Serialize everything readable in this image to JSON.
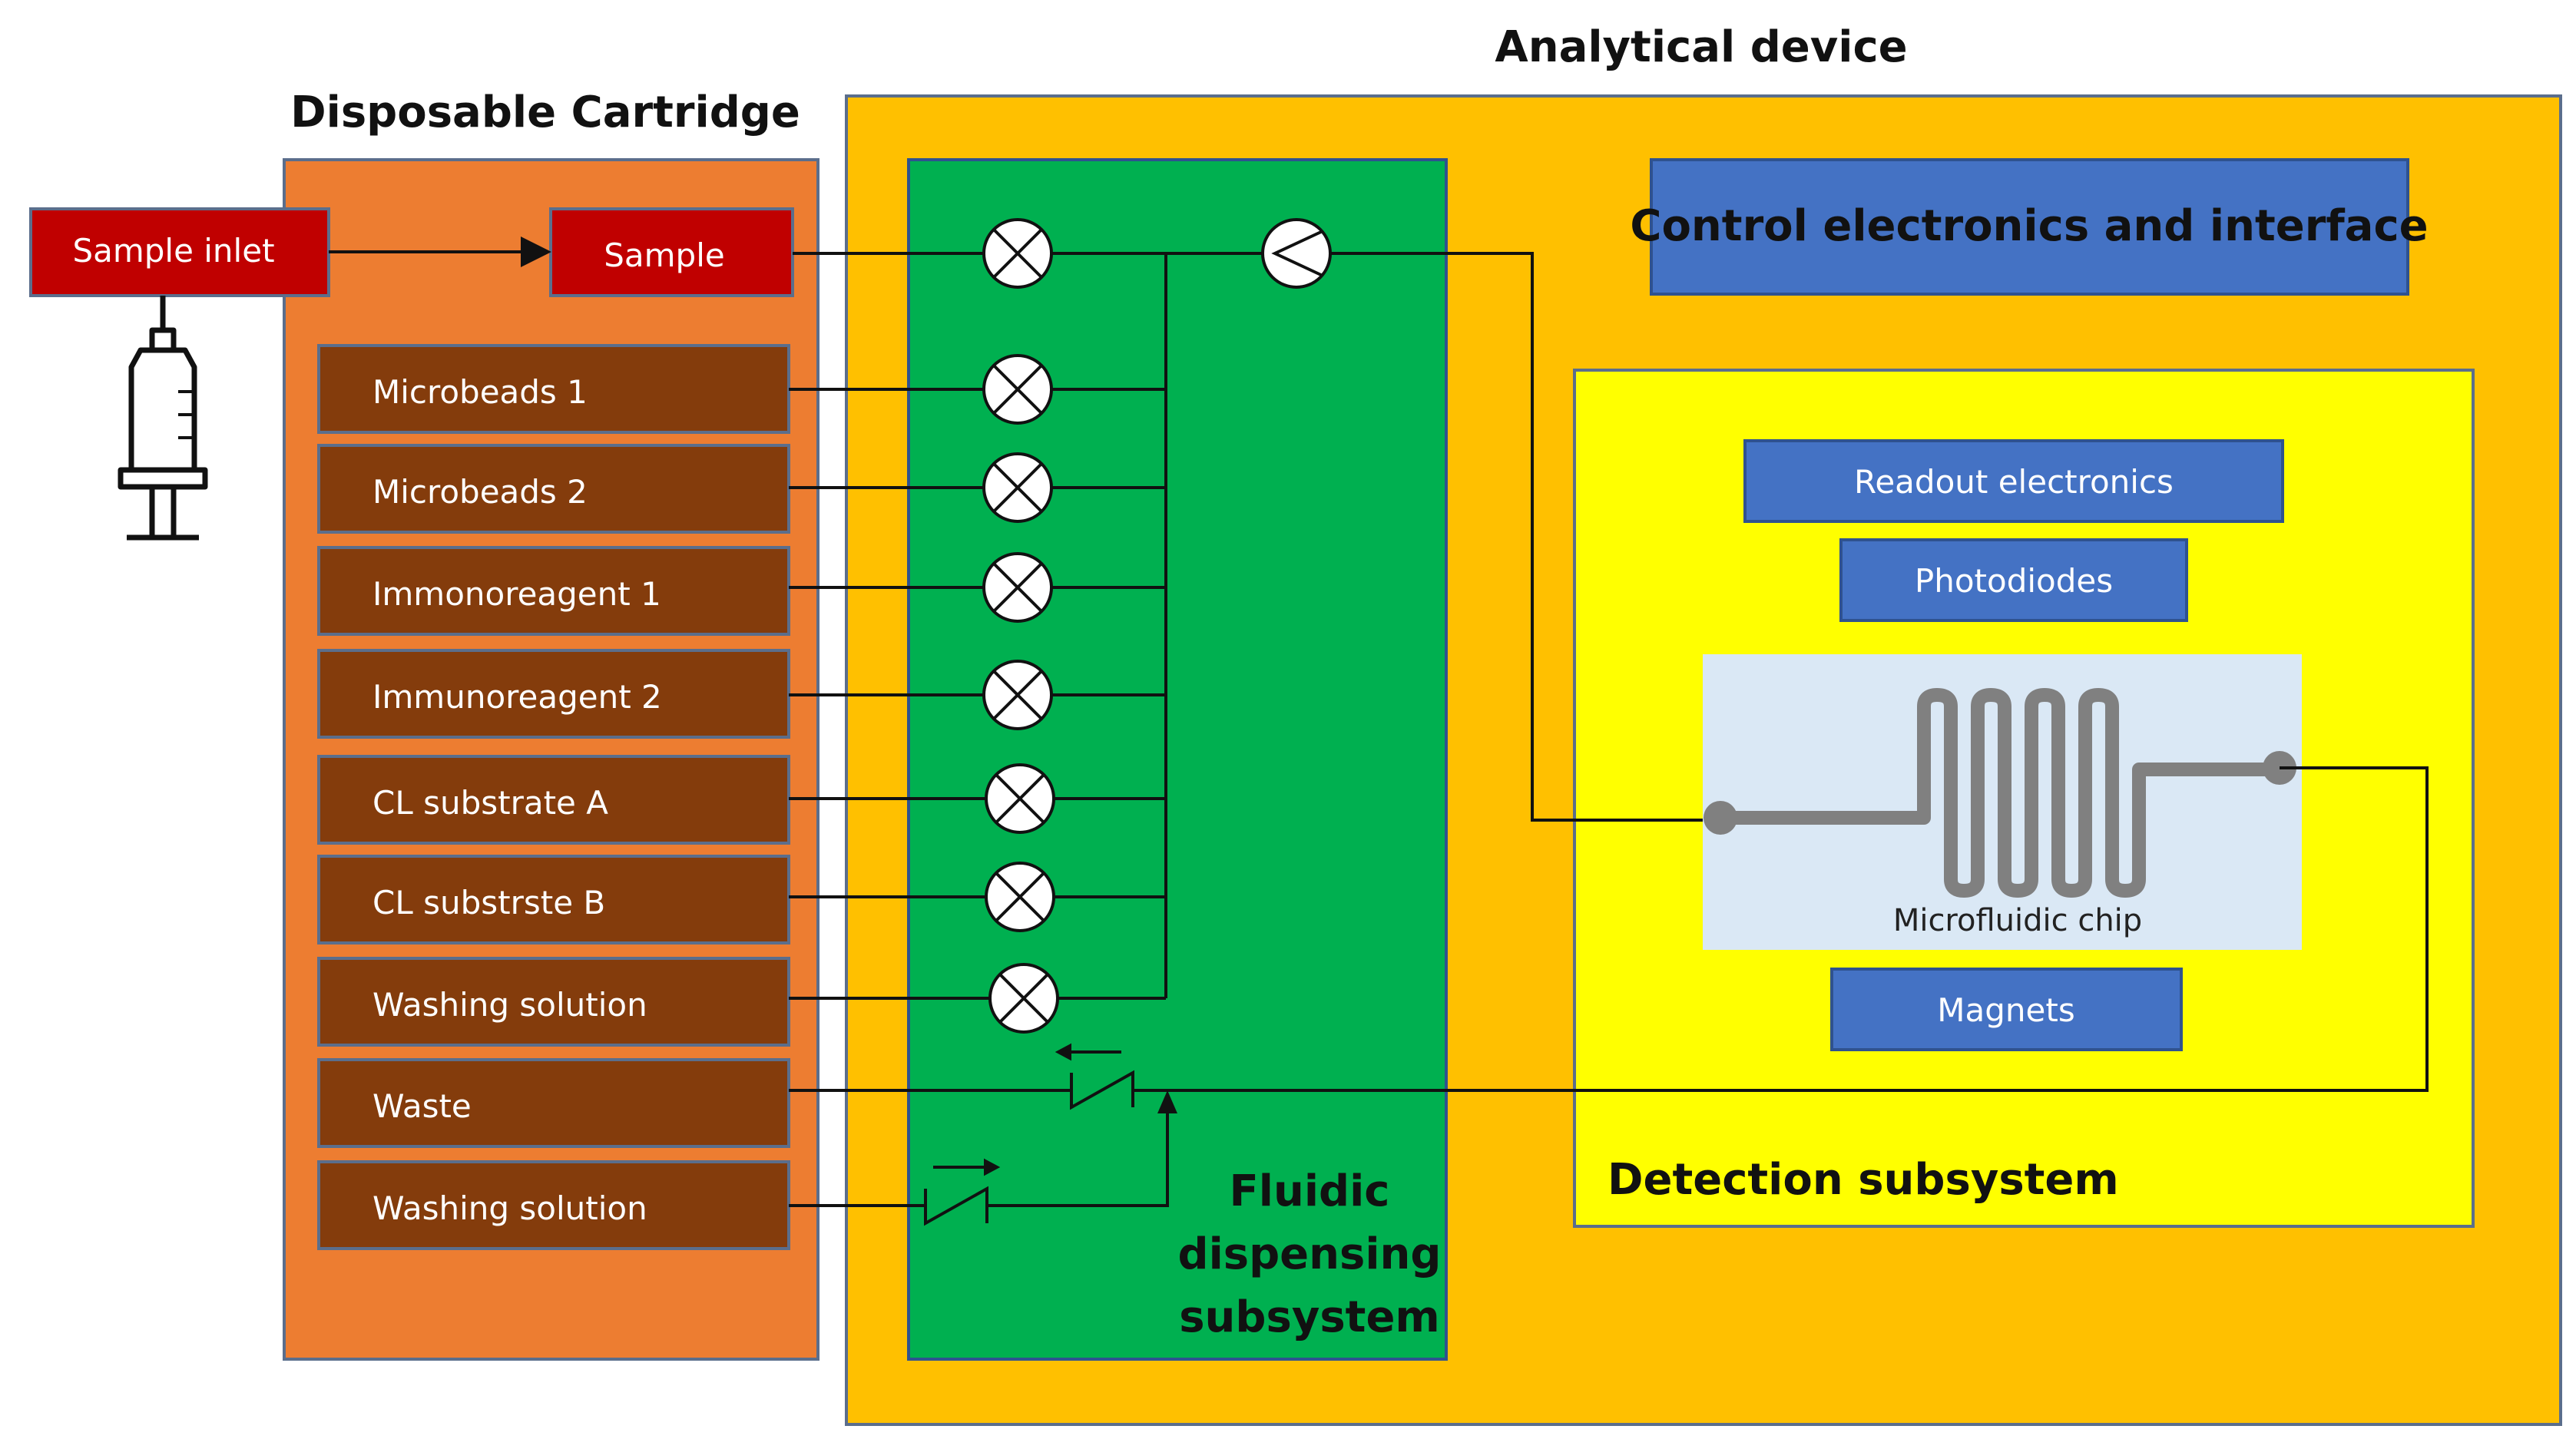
{
  "titles": {
    "analytical_device": "Analytical device",
    "disposable_cartridge": "Disposable Cartridge"
  },
  "inputs": {
    "sample_inlet": "Sample inlet",
    "sample": "Sample"
  },
  "reagents": [
    "Microbeads 1",
    "Microbeads 2",
    "Immonoreagent 1",
    "Immunoreagent 2",
    "CL substrate A",
    "CL substrste B",
    "Washing solution",
    "Waste",
    "Washing solution"
  ],
  "fluidic": {
    "line1": "Fluidic",
    "line2": "dispensing",
    "line3": "subsystem"
  },
  "control": "Control electronics and interface",
  "detection": {
    "title": "Detection subsystem",
    "readout": "Readout electronics",
    "photodiodes": "Photodiodes",
    "chip": "Microfluidic chip",
    "magnets": "Magnets"
  },
  "colors": {
    "analytical_bg": "#FFC000",
    "cartridge_bg": "#ED7D31",
    "fluidic_bg": "#00B050",
    "detection_bg": "#FFFF00",
    "blue_box": "#4472C4",
    "red_box": "#C00000",
    "brown_box": "#843C0C",
    "chip_bg": "#DAE8F5"
  }
}
